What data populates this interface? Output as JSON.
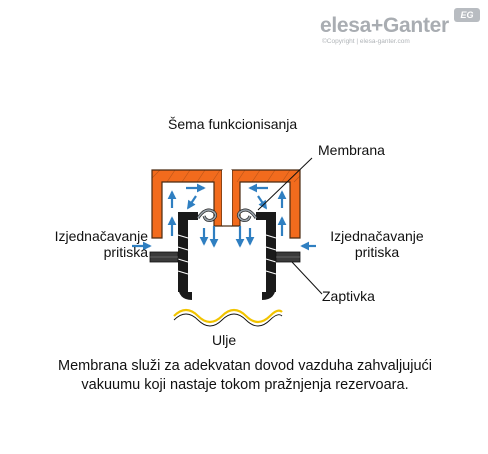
{
  "brand": {
    "name": "elesa+Ganter",
    "badge": "EG",
    "copyright": "©Copyright | elesa-ganter.com"
  },
  "diagram": {
    "title": "Šema funkcionisanja",
    "labels": {
      "membrane": "Membrana",
      "pressure_left_line1": "Izjednačavanje",
      "pressure_left_line2": "pritiska",
      "pressure_right_line1": "Izjednačavanje",
      "pressure_right_line2": "pritiska",
      "seal": "Zaptivka",
      "oil": "Ulje"
    },
    "colors": {
      "housing": "#f26b1d",
      "housing_stroke": "#4a2a12",
      "arrow": "#2f7fc1",
      "tank": "#1a1a1a",
      "oil_wave": "#f2c400"
    }
  },
  "caption": {
    "line1": "Membrana služi za adekvatan dovod vazduha zahvaljujući",
    "line2": "vakuumu koji nastaje tokom pražnjenja rezervoara."
  }
}
